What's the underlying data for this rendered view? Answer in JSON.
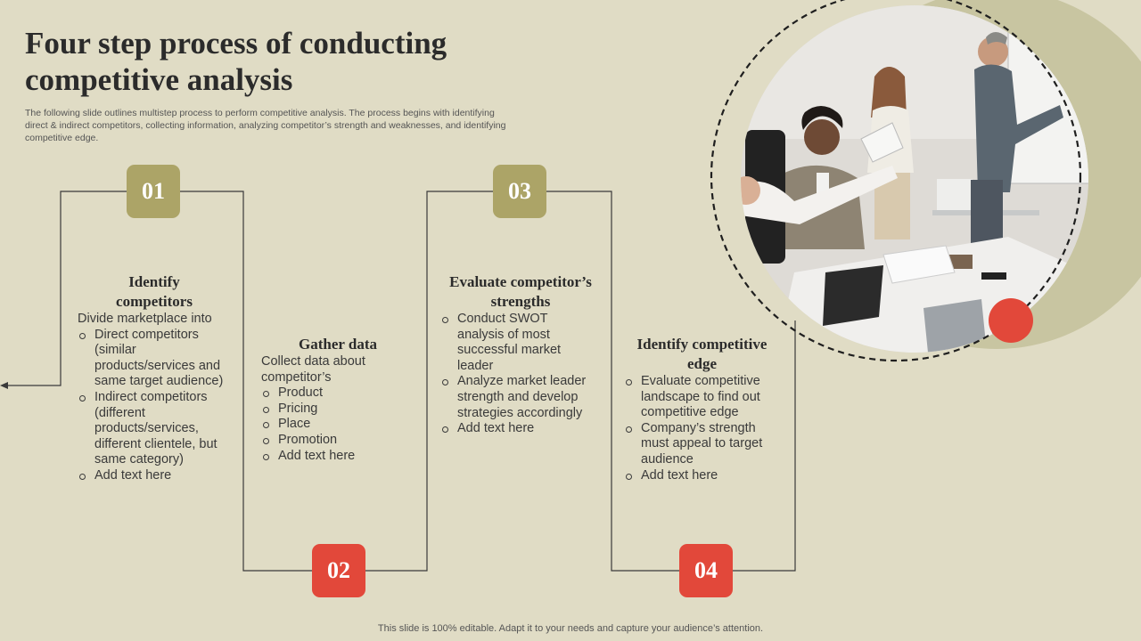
{
  "slide": {
    "title": "Four step process of conducting competitive analysis",
    "subtitle": "The following slide outlines multistep process to perform competitive analysis. The process begins with identifying direct & indirect competitors, collecting information, analyzing competitor’s strength and weaknesses, and identifying competitive edge.",
    "footer": "This slide is 100% editable. Adapt it to your needs and capture your audience’s attention."
  },
  "colors": {
    "background": "#e0dcc5",
    "olive": "#aca467",
    "red": "#e2483a",
    "ring": "#c8c5a1"
  },
  "steps": [
    {
      "number": "01",
      "heading": "Identify competitors",
      "intro": "Divide marketplace into",
      "bullets": [
        "Direct competitors (similar products/services and same target audience)",
        "Indirect competitors (different products/services, different clientele, but same category)",
        "Add text here"
      ]
    },
    {
      "number": "02",
      "heading": "Gather data",
      "intro": "Collect data about competitor’s",
      "bullets": [
        "Product",
        "Pricing",
        "Place",
        "Promotion",
        "Add text here"
      ]
    },
    {
      "number": "03",
      "heading": "Evaluate competitor’s strengths",
      "intro": "",
      "bullets": [
        "Conduct SWOT analysis of most successful market leader",
        "Analyze market leader strength and develop strategies accordingly",
        "Add text here"
      ]
    },
    {
      "number": "04",
      "heading": "Identify competitive edge",
      "intro": "",
      "bullets": [
        "Evaluate competitive landscape to find out competitive edge",
        "Company’s strength must appeal to target audience",
        "Add text here"
      ]
    }
  ]
}
